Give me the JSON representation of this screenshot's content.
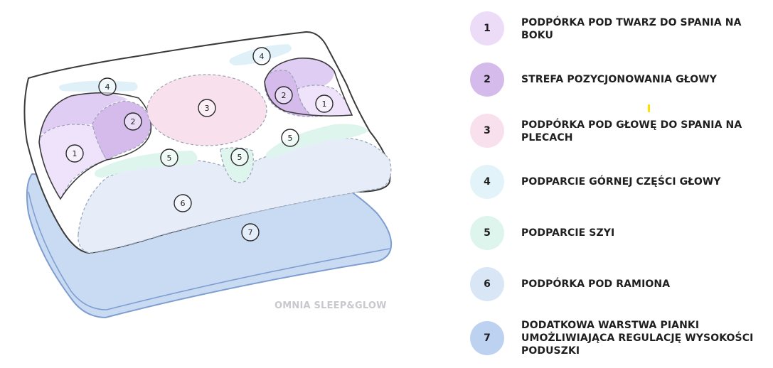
{
  "brand_label": "OMNIA SLEEP&GLOW",
  "legend": [
    {
      "number": "1",
      "label": "PODPÓRKA POD TWARZ DO SPANIA NA BOKU",
      "color": "#ecdcf8"
    },
    {
      "number": "2",
      "label": "STREFA POZYCJONOWANIA GŁOWY",
      "color": "#d5bbec"
    },
    {
      "number": "3",
      "label": "PODPÓRKA POD GŁOWĘ DO SPANIA NA PLECACH",
      "color": "#f8e0ec"
    },
    {
      "number": "4",
      "label": "PODPARCIE GÓRNEJ CZĘŚCI GŁOWY",
      "color": "#e2f3fa"
    },
    {
      "number": "5",
      "label": "PODPARCIE SZYI",
      "color": "#def5ee"
    },
    {
      "number": "6",
      "label": "PODPÓRKA POD RAMIONA",
      "color": "#d9e6f6"
    },
    {
      "number": "7",
      "label": "DODATKOWA WARSTWA PIANKI UMOŻLIWIAJĄCA REGULACJĘ WYSOKOŚCI PODUSZKI",
      "color": "#bcd2f0"
    }
  ]
}
